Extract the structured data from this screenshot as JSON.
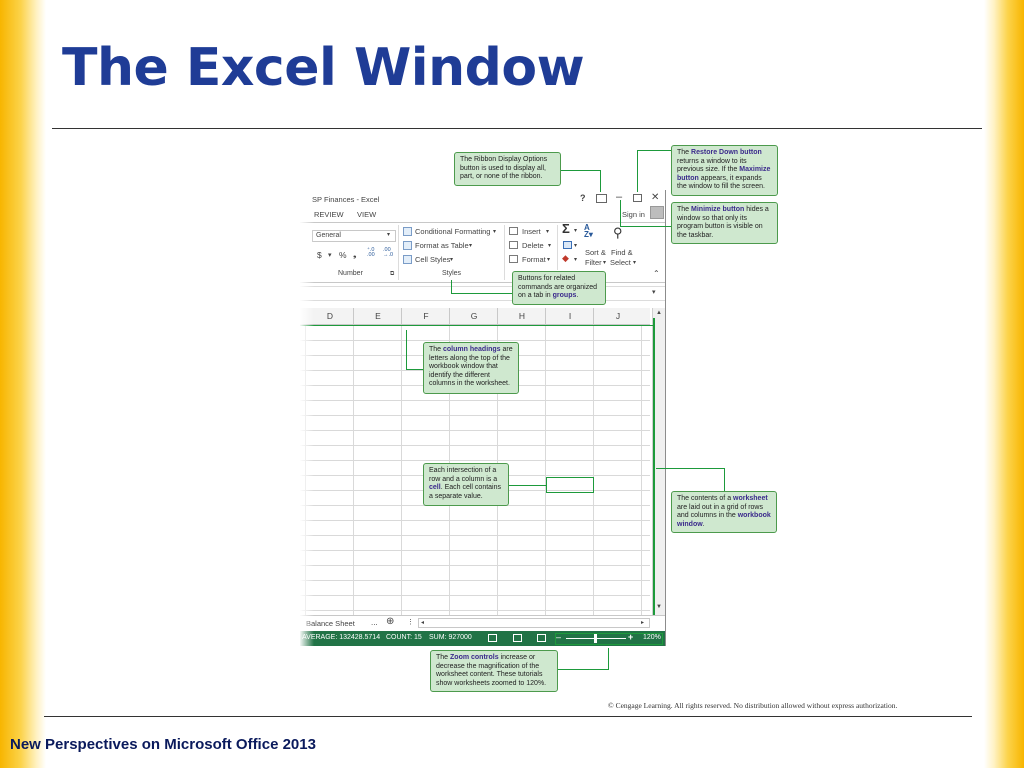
{
  "slide": {
    "title": "The Excel Window",
    "footer": "New Perspectives on Microsoft Office 2013",
    "credit": "© Cengage Learning. All rights reserved. No distribution allowed without express authorization."
  },
  "window": {
    "title": "SP Finances - Excel",
    "tabs": [
      "REVIEW",
      "VIEW"
    ],
    "controls": {
      "help": "?",
      "ribbon_display": "⊡",
      "minimize": "–",
      "restore": "🗗",
      "close": "✕"
    },
    "sign_in": "Sign in"
  },
  "ribbon": {
    "number_format": "General",
    "currency": "$",
    "percent": "%",
    "comma": "❟",
    "inc_decimal": ".0\n.00",
    "dec_decimal": ".00\n.0",
    "number_group": "Number",
    "styles": {
      "conditional": "Conditional Formatting",
      "table": "Format as Table",
      "cell": "Cell Styles",
      "group": "Styles"
    },
    "cells": {
      "insert": "Insert",
      "delete": "Delete",
      "format": "Format"
    },
    "editing": {
      "sort1": "Sort &",
      "sort2": "Filter",
      "find1": "Find &",
      "find2": "Select"
    }
  },
  "columns": [
    "D",
    "E",
    "F",
    "G",
    "H",
    "I",
    "J"
  ],
  "sheet_tab": "Balance Sheet",
  "sheet_more": "...",
  "status": {
    "average": "AVERAGE: 132428.5714",
    "count": "COUNT: 15",
    "sum": "SUM: 927000",
    "zoom": "120%"
  },
  "callouts": {
    "ribbon_display": {
      "text": "The Ribbon Display Options button is used to display all, part, or none of the ribbon."
    },
    "restore": {
      "p1": "The ",
      "b1": "Restore Down button",
      "p2": " returns a window to its previous size. If the ",
      "b2": "Maximize button",
      "p3": " appears, it expands the window to fill the screen."
    },
    "minimize": {
      "p1": "The ",
      "b1": "Minimize button",
      "p2": " hides a window so that only its program button is visible on the taskbar."
    },
    "groups": {
      "p1": "Buttons for related commands are organized on a tab in ",
      "b1": "groups",
      "p2": "."
    },
    "column_headings": {
      "p1": "The ",
      "b1": "column headings",
      "p2": " are letters along the top of the workbook window that identify the different columns in the worksheet."
    },
    "cell": {
      "p1": "Each intersection of a row and a column is a ",
      "b1": "cell",
      "p2": ". Each cell contains a separate value."
    },
    "worksheet": {
      "p1": "The contents of a ",
      "b1": "worksheet",
      "p2": " are laid out in a grid of rows and columns in the ",
      "b2": "workbook window",
      "p3": "."
    },
    "zoom": {
      "p1": "The ",
      "b1": "Zoom controls",
      "p2": " increase or decrease the magnification of the worksheet content. These tutorials show worksheets zoomed to 120%."
    }
  },
  "colors": {
    "title": "#1f3c96",
    "callout_fill": "#cfe8cf",
    "callout_border": "#4c9a4c",
    "status_bar": "#217346",
    "accent_bold": "#3b2a8c"
  }
}
